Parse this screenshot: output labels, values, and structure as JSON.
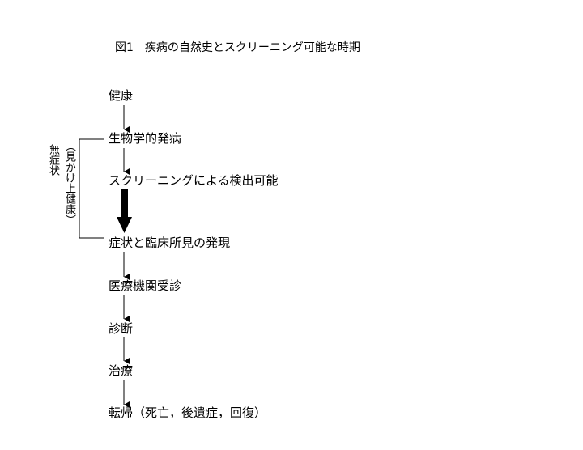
{
  "title": "図1　疾病の自然史とスクリーニング可能な時期",
  "stages": [
    "健康",
    "生物学的発病",
    "スクリーニングによる検出可能",
    "症状と臨床所見の発現",
    "医療機関受診",
    "診断",
    "治療",
    "転帰（死亡，後遺症，回復）"
  ],
  "side_label": {
    "main": "無症状",
    "sub": "（見かけ上健康）"
  }
}
